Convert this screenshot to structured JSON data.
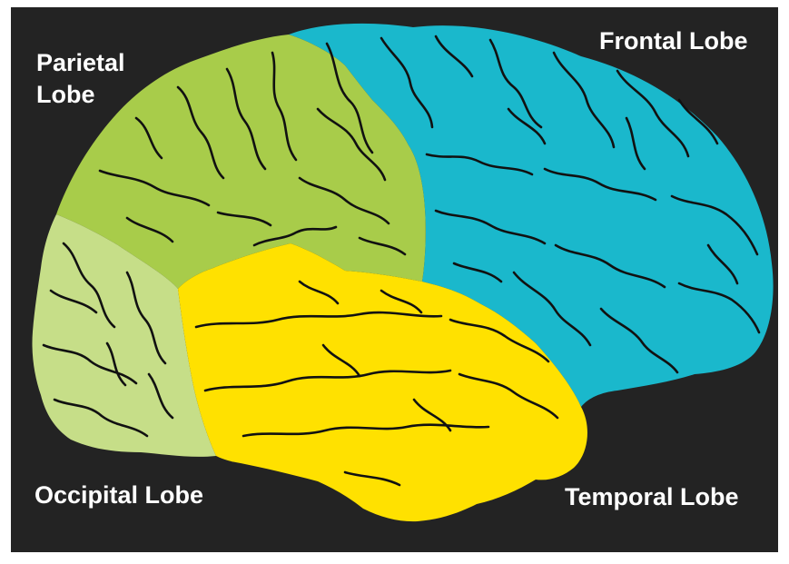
{
  "colors": {
    "background": "#232323",
    "frontal": "#1ab8cc",
    "parietal": "#a8cc4a",
    "occipital": "#c6de88",
    "temporal": "#ffe100",
    "label_text": "#ffffff"
  },
  "labels": {
    "frontal": "Frontal Lobe",
    "parietal_line1": "Parietal",
    "parietal_line2": "Lobe",
    "occipital": "Occipital Lobe",
    "temporal": "Temporal Lobe"
  }
}
